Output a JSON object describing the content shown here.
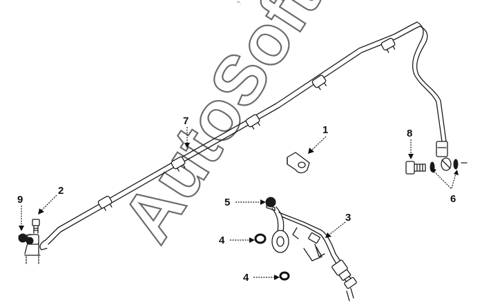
{
  "diagram": {
    "header_mark": "▔·",
    "watermark": "AutoSoft",
    "callouts": {
      "c1": "1",
      "c2": "2",
      "c3": "3",
      "c4a": "4",
      "c4b": "4",
      "c5": "5",
      "c6": "6",
      "c7": "7",
      "c8": "8",
      "c9": "9"
    }
  }
}
